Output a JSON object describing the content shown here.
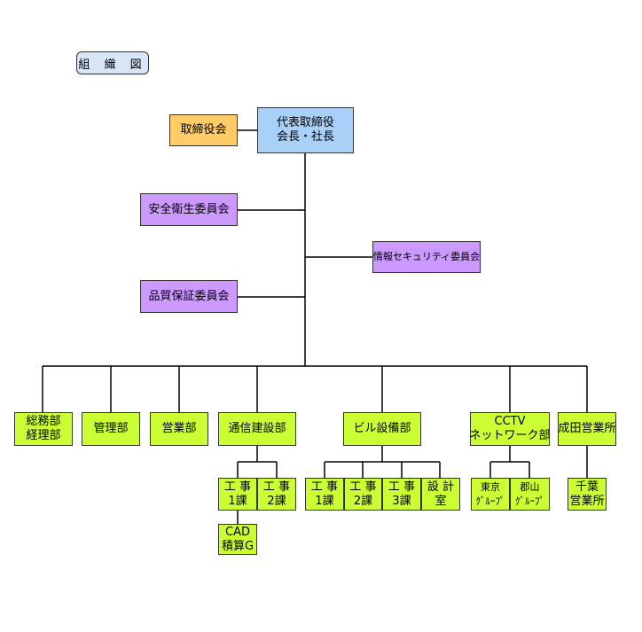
{
  "title": "組 織 図",
  "colors": {
    "president": "#a9d1f7",
    "board": "#ffcc66",
    "committee": "#cc99ff",
    "department": "#ccff33",
    "line": "#000000"
  },
  "president": {
    "line1": "代表取締役",
    "line2": "会長・社長"
  },
  "board": "取締役会",
  "committees": {
    "safety": "安全衛生委員会",
    "quality": "品質保証委員会",
    "infosec": "情報セキュリティ委員会"
  },
  "departments": {
    "general": {
      "line1": "総務部",
      "line2": "経理部"
    },
    "management": "管理部",
    "sales": "営業部",
    "telecom": "通信建設部",
    "building": "ビル設備部",
    "cctv": {
      "line1": "CCTV",
      "line2": "ネットワーク部"
    },
    "narita": "成田営業所"
  },
  "sections": {
    "telecom_1": {
      "line1": "工 事",
      "line2": "1課"
    },
    "telecom_2": {
      "line1": "工 事",
      "line2": "2課"
    },
    "cad": {
      "line1": "CAD",
      "line2": "積算G"
    },
    "building_1": {
      "line1": "工 事",
      "line2": "1課"
    },
    "building_2": {
      "line1": "工 事",
      "line2": "2課"
    },
    "building_3": {
      "line1": "工 事",
      "line2": "3課"
    },
    "design": {
      "line1": "設 計",
      "line2": "室"
    },
    "tokyo": {
      "line1": "東京",
      "line2": "ｸﾞﾙｰﾌﾟ"
    },
    "koriyama": {
      "line1": "郡山",
      "line2": "ｸﾞﾙｰﾌﾟ"
    },
    "chiba": {
      "line1": "千葉",
      "line2": "営業所"
    }
  }
}
